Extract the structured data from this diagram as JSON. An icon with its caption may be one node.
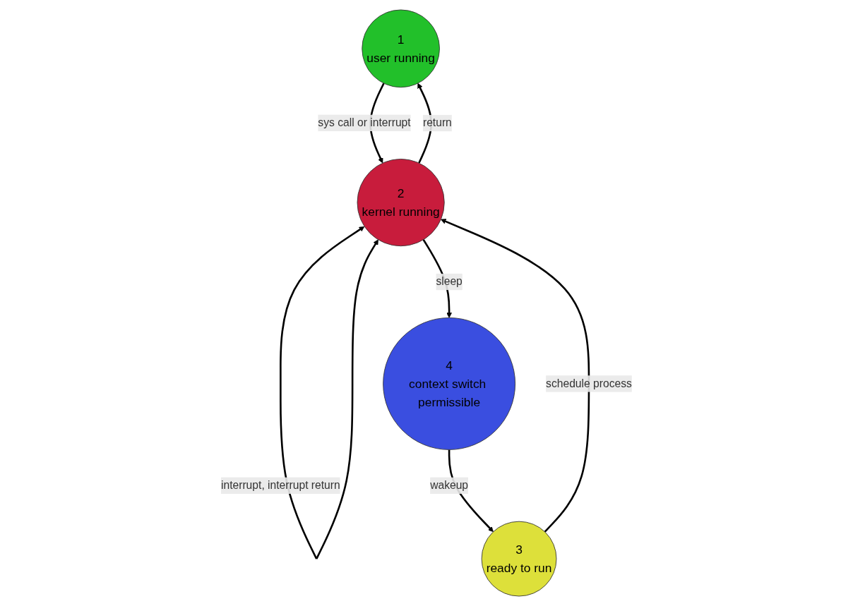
{
  "diagram": {
    "nodes": [
      {
        "text": [
          "1",
          "user running"
        ]
      },
      {
        "text": [
          "2",
          "kernel running"
        ]
      },
      {
        "text": [
          "4",
          "context switch permissible"
        ]
      },
      {
        "text": [
          "3",
          "ready to run"
        ]
      }
    ],
    "edges": [
      {
        "from": 0,
        "to": 1,
        "arrow": "to",
        "label": "sys call or interrupt"
      },
      {
        "from": 1,
        "to": 0,
        "arrow": "to",
        "label": "return"
      },
      {
        "from": 1,
        "to": 1,
        "arrow": "both",
        "label": "interrupt, interrupt return"
      },
      {
        "from": 1,
        "to": 2,
        "arrow": "to",
        "label": "sleep"
      },
      {
        "from": 2,
        "to": 3,
        "arrow": "to",
        "label": "wakeup"
      },
      {
        "from": 3,
        "to": 1,
        "arrow": "to",
        "label": "schedule process"
      }
    ]
  }
}
